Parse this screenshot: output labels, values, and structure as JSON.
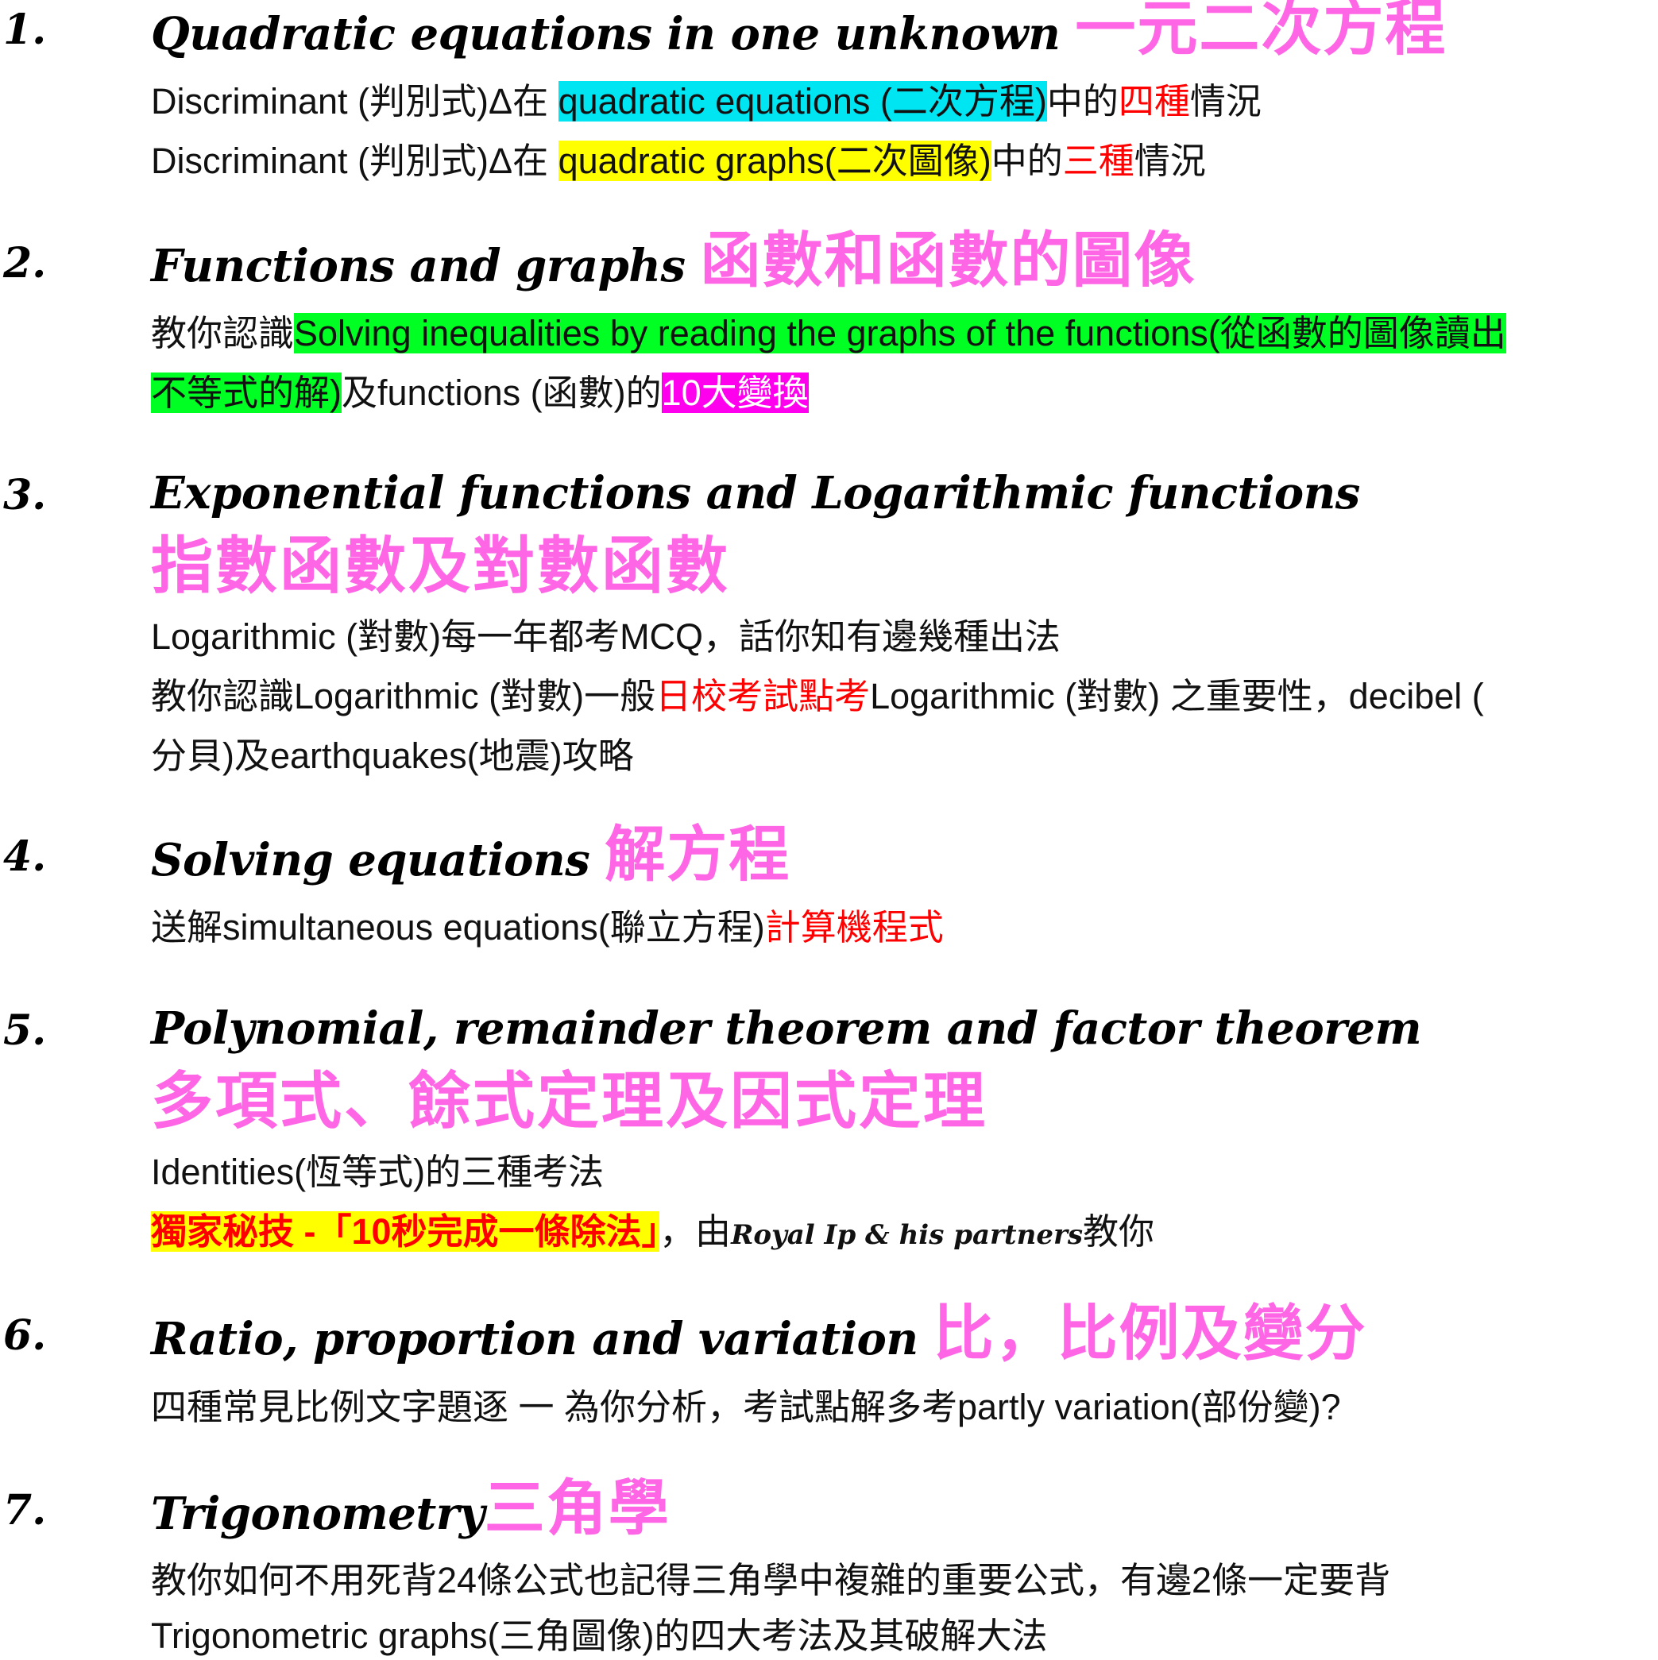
{
  "topics": [
    {
      "number": "1.",
      "heading": "Quadratic equations in one unknown",
      "heading_zh": "一元二次方程",
      "lines": [
        {
          "t1": "Discriminant (判別式)Δ在 ",
          "hl": "quadratic equations (二次方程)",
          "t2": "中的",
          "red": "四種",
          "t3": "情況"
        },
        {
          "t1": "Discriminant (判別式)Δ在 ",
          "hl": "quadratic graphs(二次圖像)",
          "t2": "中的",
          "red": "三種",
          "t3": "情況"
        }
      ]
    },
    {
      "number": "2.",
      "heading": "Functions and graphs",
      "heading_zh": "函數和函數的圖像",
      "lines": [
        {
          "t1": "教你認識",
          "hl": "Solving inequalities by reading the graphs of the functions(從函數的圖像讀出"
        },
        {
          "hl": "不等式的解)",
          "t1": "及functions (函數)的",
          "hl2": "10大變換"
        }
      ]
    },
    {
      "number": "3.",
      "heading": "Exponential functions and Logarithmic functions",
      "heading_zh": "指數函數及對數函數",
      "lines": [
        {
          "t1": "Logarithmic (對數)每一年都考MCQ，話你知有邊幾種出法"
        },
        {
          "t1": "教你認識Logarithmic (對數)一般",
          "red": "日校考試點考",
          "t2": "Logarithmic (對數) 之重要性，decibel ("
        },
        {
          "t1": "分貝)及earthquakes(地震)攻略"
        }
      ]
    },
    {
      "number": "4.",
      "heading": "Solving equations",
      "heading_zh": "解方程",
      "lines": [
        {
          "t1": "送解simultaneous equations(聯立方程)",
          "red": "計算機程式"
        }
      ]
    },
    {
      "number": "5.",
      "heading": "Polynomial, remainder theorem and factor theorem",
      "heading_zh": "多項式、餘式定理及因式定理",
      "lines": [
        {
          "t1": "Identities(恆等式)的三種考法"
        },
        {
          "hl": "獨家秘技 -「10秒完成一條除法」",
          "t1": "，由",
          "script": "Royal Ip & his partners",
          "t2": "教你"
        }
      ]
    },
    {
      "number": "6.",
      "heading": "Ratio, proportion and variation",
      "heading_zh": "比，比例及變分",
      "lines": [
        {
          "t1": "四種常見比例文字題逐 一 為你分析，考試點解多考partly variation(部份變)?"
        }
      ]
    },
    {
      "number": "7.",
      "heading": "Trigonometry",
      "heading_zh": "三角學",
      "lines": [
        {
          "t1": "教你如何不用死背24條公式也記得三角學中複雜的重要公式，有邊2條一定要背"
        },
        {
          "t1": "Trigonometric graphs(三角圖像)的四大考法及其破解大法"
        }
      ]
    }
  ],
  "colors": {
    "heading_zh": "#ff66e6",
    "red": "#ff0000",
    "cyan": "#00e5f2",
    "yellow": "#ffff00",
    "green": "#00ff22",
    "magenta": "#ff00ee"
  }
}
